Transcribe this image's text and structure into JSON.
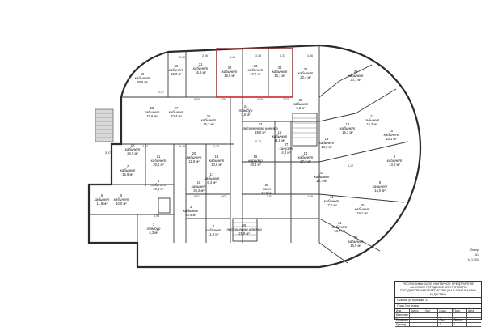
{
  "rooms": [
    {
      "id": "r1",
      "no": "29",
      "name": "кабинет",
      "area": "28,6 м²"
    },
    {
      "id": "r2",
      "no": "30",
      "name": "кабинет",
      "area": "15,0 м²"
    },
    {
      "id": "r3",
      "no": "31",
      "name": "кабинет",
      "area": "16,6 м²"
    },
    {
      "id": "r4",
      "no": "32",
      "name": "кабинет",
      "area": "19,9 м²"
    },
    {
      "id": "r5",
      "no": "33",
      "name": "кабинет",
      "area": "17,7 м²"
    },
    {
      "id": "r6",
      "no": "34",
      "name": "кабинет",
      "area": "16,1 м²"
    },
    {
      "id": "r7",
      "no": "35",
      "name": "кабинет",
      "area": "23,4 м²"
    },
    {
      "id": "r8",
      "no": "39",
      "name": "кабинет",
      "area": "30,1 м²"
    },
    {
      "id": "r9",
      "no": "28",
      "name": "кабинет",
      "area": "15,8 м²"
    },
    {
      "id": "r10",
      "no": "27",
      "name": "кабинет",
      "area": "10,4 м²"
    },
    {
      "id": "r11",
      "no": "25",
      "name": "кабинет",
      "area": "16,3 м²"
    },
    {
      "id": "r12",
      "no": "24",
      "name": "тамбур",
      "area": "3,6 м²"
    },
    {
      "id": "r13",
      "no": "23",
      "name": "лестничная клетка",
      "area": "18,0 м²"
    },
    {
      "id": "r14",
      "no": "22",
      "name": "кабинет",
      "area": "24,9 м²"
    },
    {
      "id": "r15",
      "no": "21",
      "name": "кабинет",
      "area": "28,1 м²"
    },
    {
      "id": "r16",
      "no": "20",
      "name": "кабинет",
      "area": "11,9 м²"
    },
    {
      "id": "r17",
      "no": "19",
      "name": "кабинет",
      "area": "10,6 м²"
    },
    {
      "id": "r18",
      "no": "18",
      "name": "кабинет",
      "area": "20,2 м²"
    },
    {
      "id": "r19",
      "no": "17",
      "name": "кабинет",
      "area": "6,4 м²"
    },
    {
      "id": "r20",
      "no": "16",
      "name": "коридор",
      "area": "48,4 м²"
    },
    {
      "id": "r21",
      "no": "15",
      "name": "кабинет",
      "area": "11,9 м²"
    },
    {
      "id": "r22",
      "no": "14",
      "name": "кабинет",
      "area": "17,7 м²"
    },
    {
      "id": "r23",
      "no": "13",
      "name": "кабинет",
      "area": "18,0 м²"
    },
    {
      "id": "r24",
      "no": "12",
      "name": "кабинет",
      "area": "15,3 м²"
    },
    {
      "id": "r25",
      "no": "11",
      "name": "кабинет",
      "area": "15,2 м²"
    },
    {
      "id": "r26",
      "no": "10",
      "name": "кабинет",
      "area": "15,1 м²"
    },
    {
      "id": "r27",
      "no": "9",
      "name": "кабинет",
      "area": "13,2 м²"
    },
    {
      "id": "r28",
      "no": "8",
      "name": "кабинет",
      "area": "14,0 м²"
    },
    {
      "id": "r29",
      "no": "40",
      "name": "кабинет",
      "area": "19,1 м²"
    },
    {
      "id": "r30",
      "no": "41",
      "name": "кабинет",
      "area": "18,7 м²"
    },
    {
      "id": "r31",
      "no": "42",
      "name": "кабинет",
      "area": "16,9 м²"
    },
    {
      "id": "r32",
      "no": "43",
      "name": "кабинет",
      "area": "19,7 м²"
    },
    {
      "id": "r33",
      "no": "44",
      "name": "кабинет",
      "area": "17,0 м²"
    },
    {
      "id": "r34",
      "no": "36",
      "name": "кабинет",
      "area": "9,3 м²"
    },
    {
      "id": "r35",
      "no": "37",
      "name": "санузел",
      "area": "4,2 м²"
    },
    {
      "id": "r36",
      "no": "38",
      "name": "холл",
      "area": "12,8 м²"
    },
    {
      "id": "r37",
      "no": "26",
      "name": "лестничная клетка",
      "area": "21,8 м²"
    },
    {
      "id": "r38",
      "no": "7",
      "name": "кабинет",
      "area": "15,9 м²"
    },
    {
      "id": "r39",
      "no": "6",
      "name": "кабинет",
      "area": "11,8 м²"
    },
    {
      "id": "r40",
      "no": "5",
      "name": "кабинет",
      "area": "10,0 м²"
    },
    {
      "id": "r41",
      "no": "4",
      "name": "кабинет",
      "area": "19,8 м²"
    },
    {
      "id": "r42",
      "no": "3",
      "name": "кабинет",
      "area": "24,9 м²"
    },
    {
      "id": "r43",
      "no": "2",
      "name": "кабинет",
      "area": "11,9 м²"
    },
    {
      "id": "r44",
      "no": "1",
      "name": "тамбур",
      "area": "4,3 м²"
    }
  ],
  "dimensions": [
    "2,60",
    "2,96",
    "3,41",
    "3,38",
    "5,31",
    "3,56",
    "2,97",
    "6,00",
    "4,06",
    "4,29",
    "3,73",
    "5,87",
    "2,92",
    "5,45",
    "3,70",
    "6,73",
    "5,93",
    "6,61",
    "4,93",
    "5,52",
    "2,89",
    "6,12"
  ],
  "stamp": {
    "org": "РЕСПУБЛИКАНСКОЕ УНИТАРНОЕ ПРЕДПРИЯТИЕ «МИНСКОЕ ГОРОДСКОЕ АГЕНТСТВО ПО ГОСУДАРСТВЕННОЙ РЕГИСТРАЦИИ И ЗЕМЕЛЬНОМУ КАДАСТРУ»",
    "address": "г.Минск, ул.Кульман, 11",
    "floor_label": "План 2-го этажа",
    "rows": [
      [
        "Изм.",
        "Кол.уч.",
        "Лист",
        "№док.",
        "Подп.",
        "Дата"
      ],
      [
        "Выполнил",
        "",
        "",
        "",
        "",
        ""
      ],
      [
        "Проверил",
        "",
        "",
        "Лист",
        "Листов",
        ""
      ],
      [
        "Руковод.",
        "",
        "",
        "1",
        "1",
        ""
      ]
    ]
  },
  "sheet": {
    "label_top": "Литер",
    "label_mid": "А1",
    "scale": "М 1:200"
  },
  "colors": {
    "highlight": "#d2232a",
    "wall": "#2b2b2b"
  }
}
